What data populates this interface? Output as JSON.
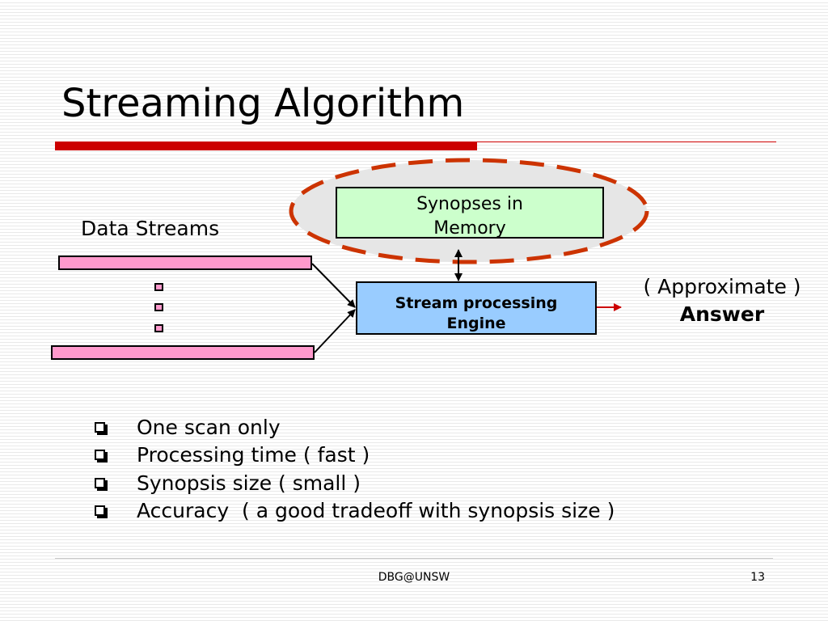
{
  "slide": {
    "title": "Streaming Algorithm",
    "colors": {
      "accent": "#cc0000",
      "stream_bar": "#ff99cc",
      "synopses_fill": "#ccffcc",
      "engine_fill": "#99ccff",
      "dashed_ellipse": "#cc3300"
    }
  },
  "diagram": {
    "streams_label": "Data Streams",
    "synopses": {
      "line1": "Synopses in",
      "line2": "Memory"
    },
    "engine": {
      "line1": "Stream processing",
      "line2": "Engine"
    },
    "answer": {
      "line1": "( Approximate )",
      "line2": "Answer"
    }
  },
  "bullets": [
    "One scan only",
    "Processing time ( fast )",
    "Synopsis size ( small )",
    "Accuracy  ( a good tradeoff with synopsis size )"
  ],
  "footer": {
    "center": "DBG@UNSW",
    "page_number": "13"
  }
}
